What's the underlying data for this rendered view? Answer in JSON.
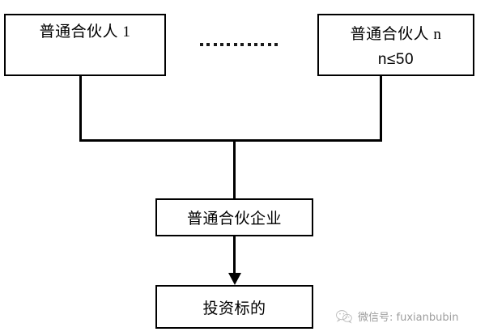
{
  "diagram": {
    "title": "",
    "background_color": "#ffffff",
    "line_color": "#000000",
    "nodes": [
      {
        "id": "partner-1",
        "label": "普通合伙人 1"
      },
      {
        "id": "partner-n",
        "label_line_1": "普通合伙人 n",
        "label_line_2": "n≤50"
      },
      {
        "id": "partnership",
        "label": "普通合伙企业"
      },
      {
        "id": "target",
        "label": "投资标的"
      }
    ],
    "ellipsis": {
      "name": "horizontal-ellipsis",
      "dot_count": 12,
      "color": "#1a1a1a"
    },
    "edges": [
      {
        "id": "left-drop",
        "from": "partner-1",
        "to": "bus",
        "style": "solid"
      },
      {
        "id": "right-drop",
        "from": "partner-n",
        "to": "bus",
        "style": "solid"
      },
      {
        "id": "bus",
        "from": "left-drop",
        "to": "right-drop",
        "style": "solid"
      },
      {
        "id": "center-drop",
        "from": "bus",
        "to": "partnership",
        "style": "solid"
      },
      {
        "id": "arrow",
        "from": "partnership",
        "to": "target",
        "style": "solid-arrow"
      }
    ]
  },
  "watermark": {
    "icon": "wechat-logo-icon",
    "text": "微信号: fuxianbubin",
    "color": "#8d8d8d"
  }
}
